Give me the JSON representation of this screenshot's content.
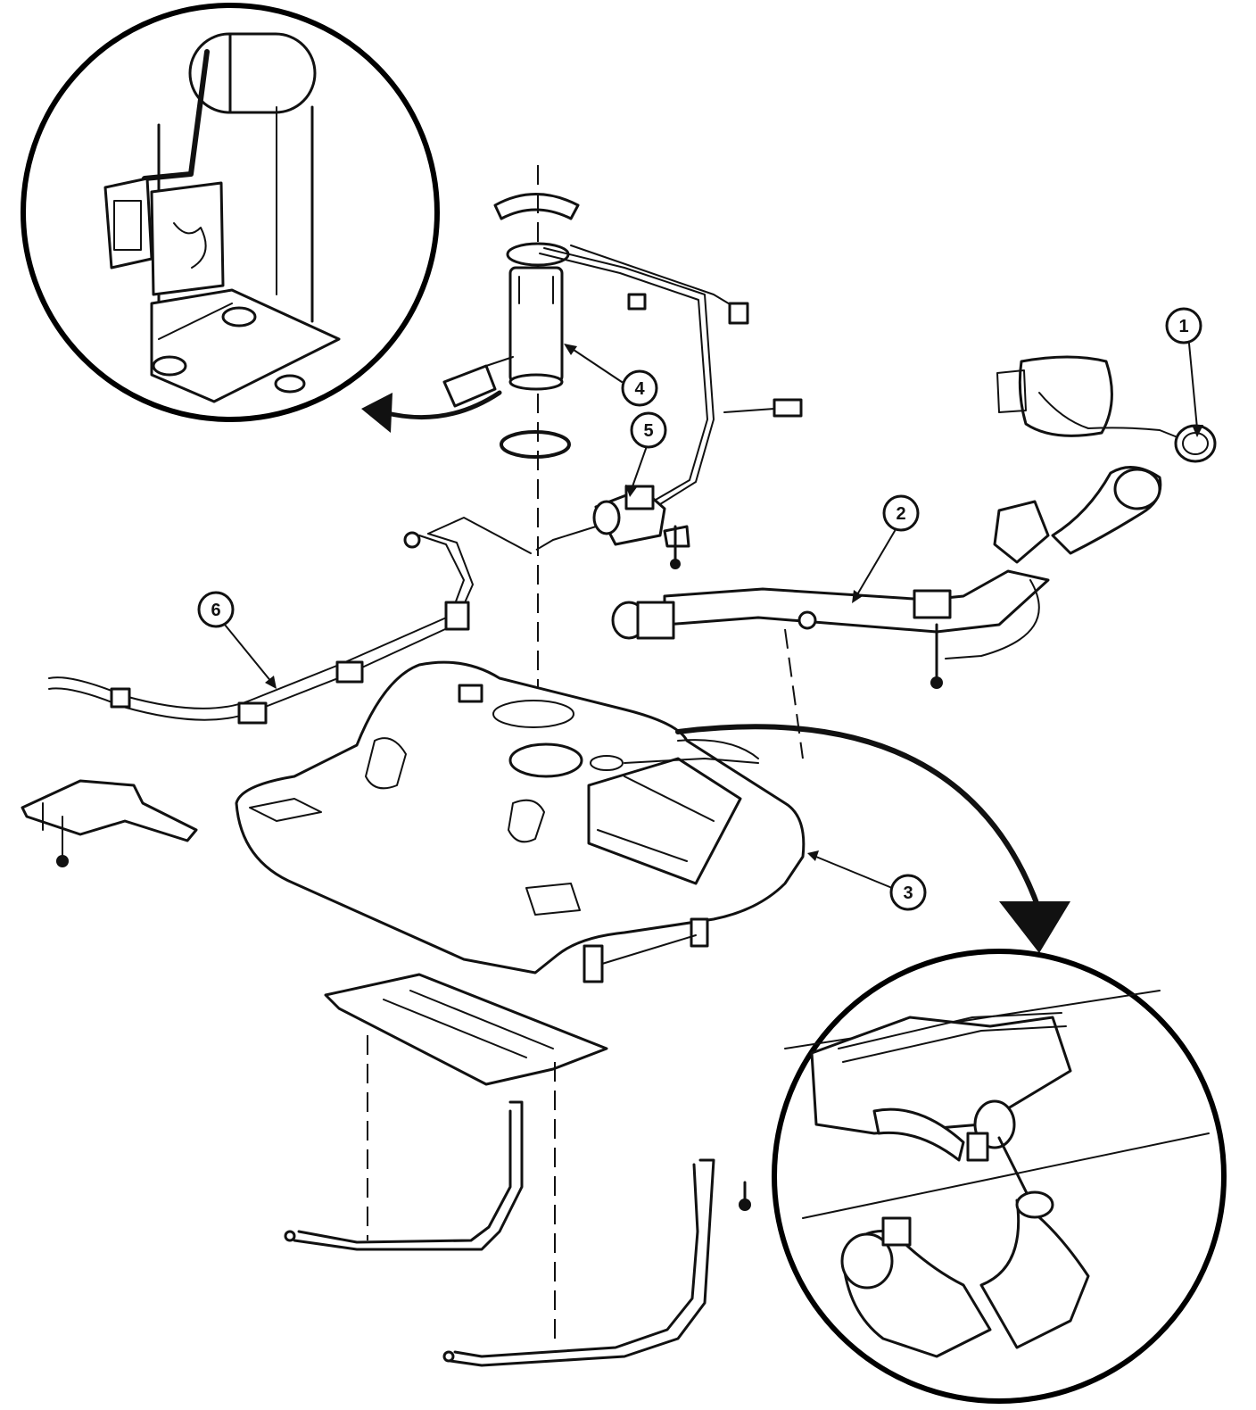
{
  "callouts": [
    {
      "id": "1",
      "label": "1"
    },
    {
      "id": "2",
      "label": "2"
    },
    {
      "id": "3",
      "label": "3"
    },
    {
      "id": "4",
      "label": "4"
    },
    {
      "id": "5",
      "label": "5"
    },
    {
      "id": "6",
      "label": "6"
    }
  ],
  "colors": {
    "ink": "#111111",
    "background": "#ffffff"
  }
}
